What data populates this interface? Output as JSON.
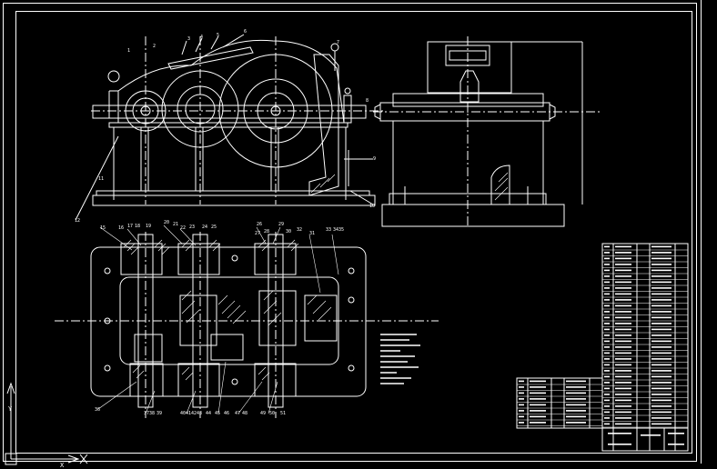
{
  "drawing": {
    "background": "#000000",
    "line_color": "#ffffff",
    "callouts": {
      "front": [
        "1",
        "2",
        "3",
        "4",
        "5",
        "6",
        "7",
        "8",
        "9",
        "10",
        "11",
        "12"
      ],
      "top_upper": [
        "15",
        "16",
        "17",
        "18",
        "19",
        "20",
        "21",
        "22",
        "23",
        "24",
        "25",
        "26",
        "27",
        "28",
        "29",
        "30",
        "31",
        "32",
        "33",
        "34",
        "35"
      ],
      "top_lower": [
        "36",
        "37",
        "38",
        "39",
        "40",
        "41",
        "42",
        "43",
        "44",
        "45",
        "46",
        "47",
        "48",
        "49",
        "50",
        "51"
      ]
    }
  },
  "ucs": {
    "y_label": "Y",
    "x_label": "X"
  }
}
